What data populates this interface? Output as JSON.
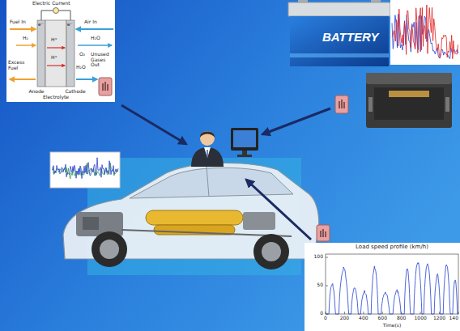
{
  "diagram": {
    "labels": [
      "Electric Current",
      "Fuel In",
      "Air In",
      "e⁻",
      "e⁻",
      "H⁺",
      "H⁺",
      "H₂",
      "O₂",
      "H₂O",
      "Excess Fuel",
      "H₂O",
      "Unused Gases Out",
      "Anode",
      "Electrolyte",
      "Cathode",
      "BATTERY",
      "Load speed profile (km/h)",
      "100",
      "50",
      "0",
      "0",
      "200",
      "400",
      "600",
      "800",
      "1000",
      "1200",
      "140",
      "Time(s)"
    ]
  }
}
